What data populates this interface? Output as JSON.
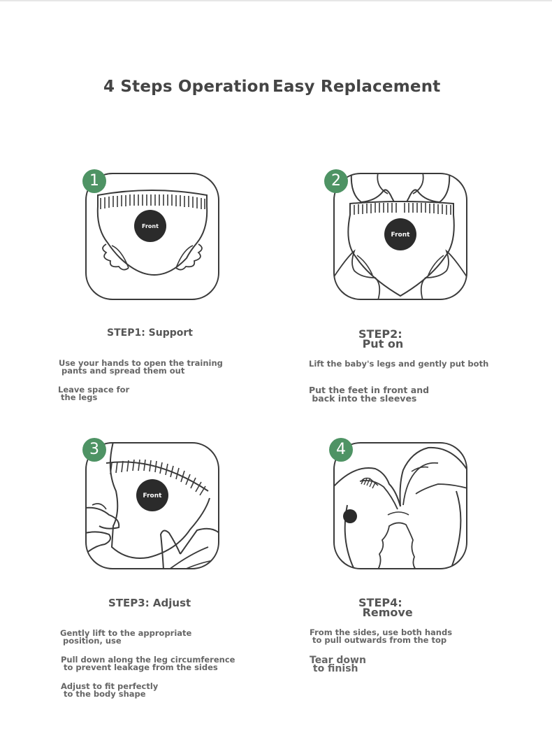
{
  "header": {
    "title_left": "4 Steps Operation",
    "title_right": "Easy Replacement"
  },
  "steps": [
    {
      "number": "1",
      "title": "STEP1: Support",
      "label": "Front",
      "desc1": "Use your hands to open the training\n pants and spread them out",
      "desc2": "Leave space for\n the legs"
    },
    {
      "number": "2",
      "title": "STEP2:\n Put on",
      "label": "Front",
      "desc1": "Lift the baby's legs and gently put both",
      "desc2": "Put the feet in front and\n back into the sleeves"
    },
    {
      "number": "3",
      "title": "STEP3: Adjust",
      "label": "Front",
      "desc1": "Gently lift to the appropriate\n position, use",
      "desc2": "Pull down along the leg circumference\n to prevent leakage from the sides",
      "desc3": "Adjust to fit perfectly\n to the body shape"
    },
    {
      "number": "4",
      "title": "STEP4:\n Remove",
      "desc1": "From the sides, use both hands\n to pull outwards from the top",
      "desc2": "Tear down\n to finish"
    }
  ],
  "colors": {
    "badge": "#4e9364",
    "line": "#3a3a3a",
    "front_circle": "#2b2b2b"
  }
}
